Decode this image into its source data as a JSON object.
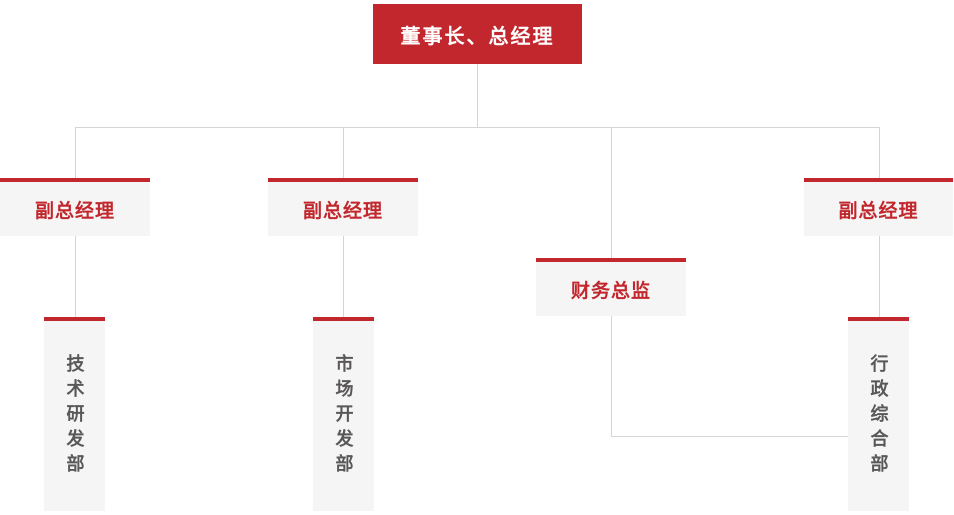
{
  "colors": {
    "brand_red": "#c1272d",
    "node_background": "#f5f5f5",
    "connector_line": "#d5d5d5",
    "department_text": "#595757",
    "root_text": "#ffffff"
  },
  "org_chart": {
    "root": {
      "label": "董事长、总经理"
    },
    "level2": [
      {
        "label": "副总经理"
      },
      {
        "label": "副总经理"
      },
      {
        "label": "财务总监"
      },
      {
        "label": "副总经理"
      }
    ],
    "departments": [
      {
        "label": "技术研发部"
      },
      {
        "label": "市场开发部"
      },
      {
        "label": "行政综合部"
      }
    ]
  }
}
